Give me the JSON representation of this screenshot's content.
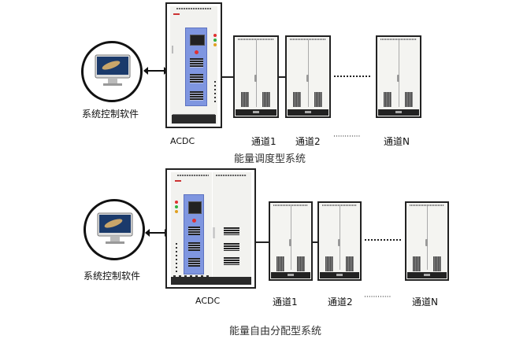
{
  "diagrams": [
    {
      "title": "能量调度型系统",
      "software_label": "系统控制软件",
      "converter_label": "ACDC",
      "channels": [
        {
          "label": "通道1"
        },
        {
          "label": "通道2"
        },
        {
          "label": "通道N"
        }
      ],
      "ellipsis": "············"
    },
    {
      "title": "能量自由分配型系统",
      "software_label": "系统控制软件",
      "converter_label": "ACDC",
      "channels": [
        {
          "label": "通道1"
        },
        {
          "label": "通道2"
        },
        {
          "label": "通道N"
        }
      ],
      "ellipsis": "············"
    }
  ],
  "colors": {
    "panel_blue": "#7f96e0",
    "led_red": "#e03030",
    "led_green": "#30b040",
    "led_yellow": "#e0a020",
    "line": "#222222"
  }
}
